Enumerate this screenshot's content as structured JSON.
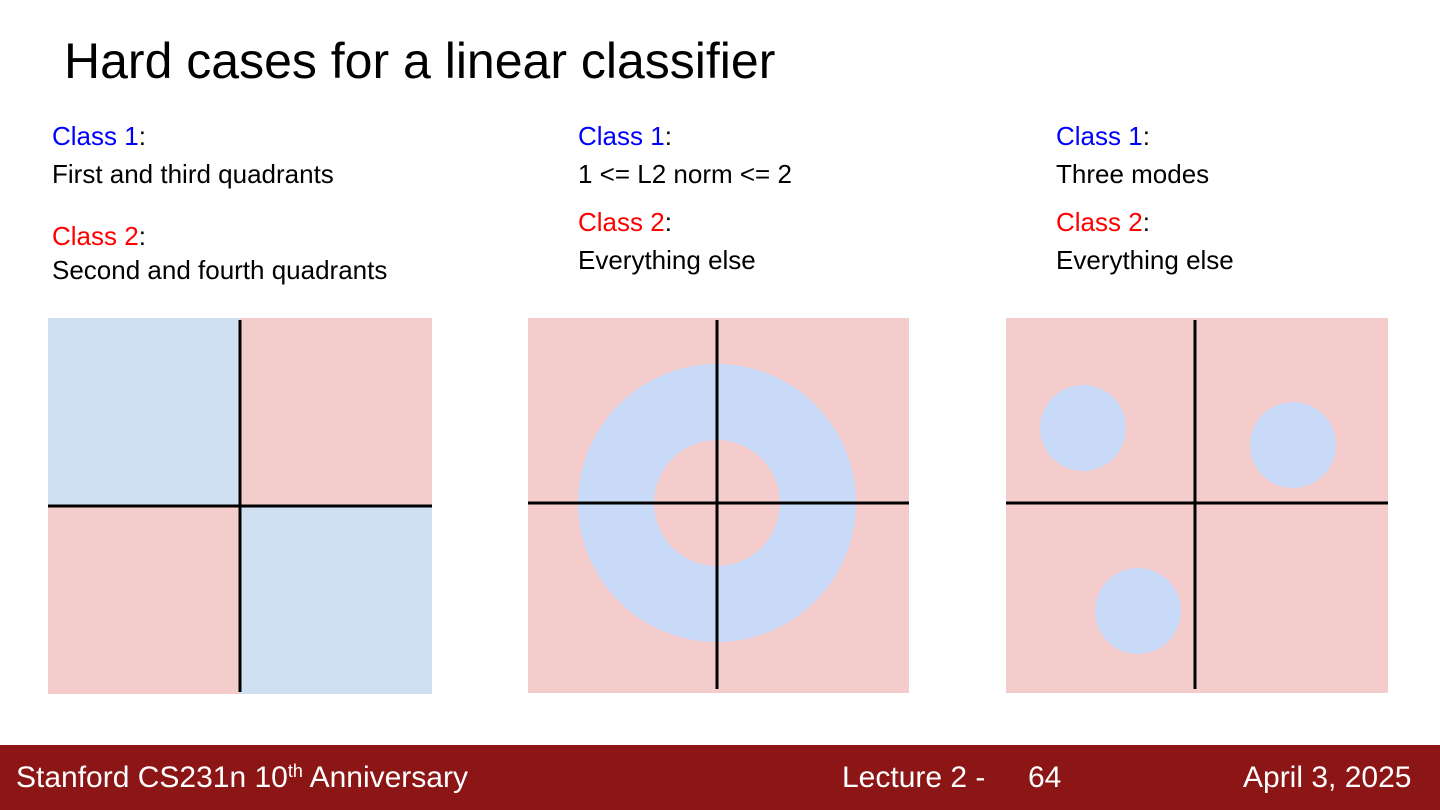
{
  "slide": {
    "title": "Hard cases for a linear classifier"
  },
  "panels": [
    {
      "class1_label": "Class 1",
      "class1_colon": ":",
      "class1_desc": "First and third quadrants",
      "class2_label": "Class 2",
      "class2_colon": ":",
      "class2_desc": "Second and fourth quadrants"
    },
    {
      "class1_label": "Class 1",
      "class1_colon": ":",
      "class1_desc": "1 <= L2 norm <= 2",
      "class2_label": "Class 2",
      "class2_colon": ":",
      "class2_desc": "Everything else"
    },
    {
      "class1_label": "Class 1",
      "class1_colon": ":",
      "class1_desc": "Three modes",
      "class2_label": "Class 2",
      "class2_colon": ":",
      "class2_desc": "Everything else"
    }
  ],
  "colors": {
    "class1_text": "#0000ff",
    "class2_text": "#ff0000",
    "class1_region": "#cfe0f3",
    "class1_region_alt": "#c9daf8",
    "class2_region": "#f4cccc",
    "axis": "#000000",
    "footer_bg": "#8c1515"
  },
  "footer": {
    "course_prefix": "Stanford CS231n 10",
    "course_sup": "th",
    "course_suffix": " Anniversary",
    "lecture": "Lecture 2 -",
    "page": "64",
    "date": "April 3, 2025"
  }
}
